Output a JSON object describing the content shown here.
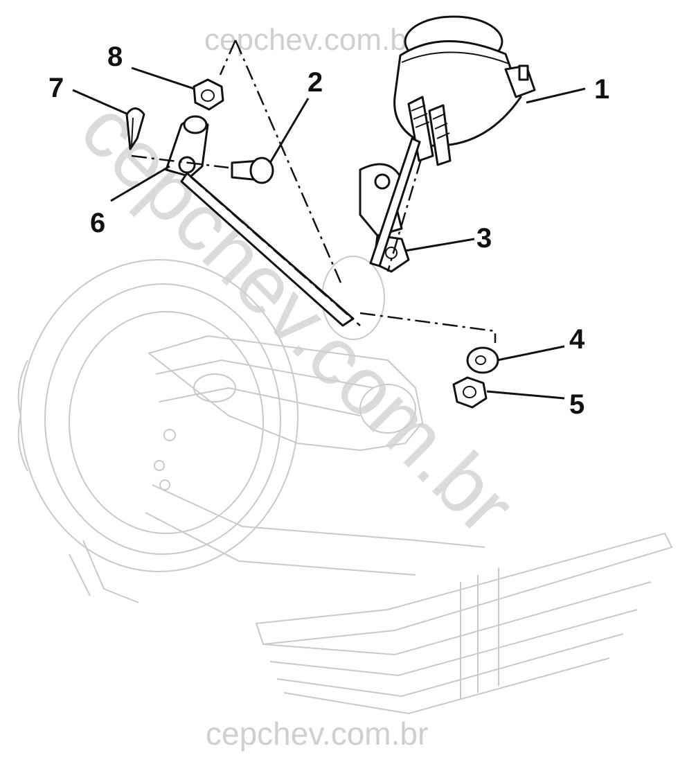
{
  "figure": {
    "callouts": [
      {
        "id": "1",
        "label": "1"
      },
      {
        "id": "2",
        "label": "2"
      },
      {
        "id": "3",
        "label": "3"
      },
      {
        "id": "4",
        "label": "4"
      },
      {
        "id": "5",
        "label": "5"
      },
      {
        "id": "6",
        "label": "6"
      },
      {
        "id": "7",
        "label": "7"
      },
      {
        "id": "8",
        "label": "8"
      }
    ],
    "watermarks": {
      "top": "cepchev.com.br",
      "bottom": "cepchev.com.br",
      "diagonal": "cepchev.com.br"
    }
  }
}
